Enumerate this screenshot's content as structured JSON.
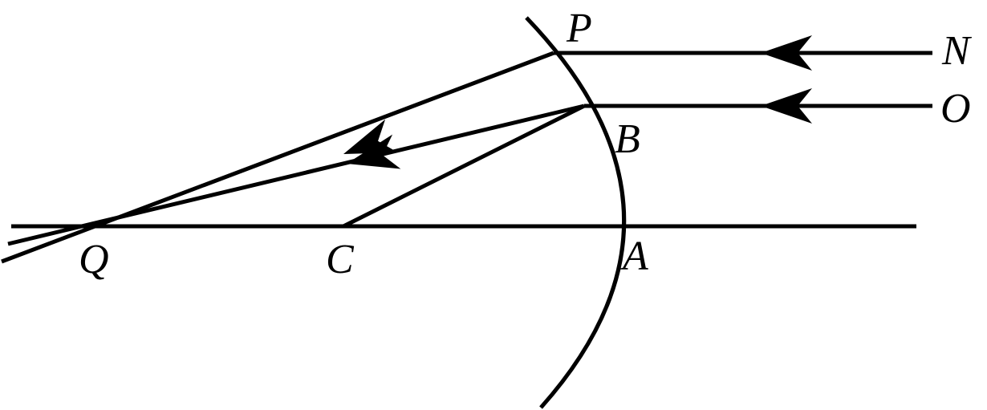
{
  "labels": {
    "P": "P",
    "N": "N",
    "O": "O",
    "B": "B",
    "Q": "Q",
    "C": "C",
    "A": "A"
  },
  "colors": {
    "stroke": "#000000",
    "background": "#ffffff"
  }
}
